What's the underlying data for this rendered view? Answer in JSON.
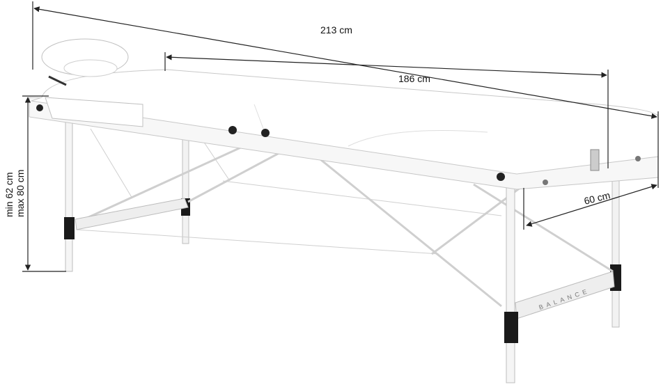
{
  "dimensions": {
    "total_length": "213 cm",
    "surface_length": "186 cm",
    "width": "60 cm",
    "height_min": "min 62 cm",
    "height_max": "max 80 cm"
  },
  "product": {
    "brand_logo": "BALANCE"
  },
  "colors": {
    "cushion": "#ffffff",
    "outline": "#b8b8b8",
    "frame": "#e6e6e6",
    "leg_clamp": "#1a1a1a",
    "dimension_line": "#222222"
  }
}
